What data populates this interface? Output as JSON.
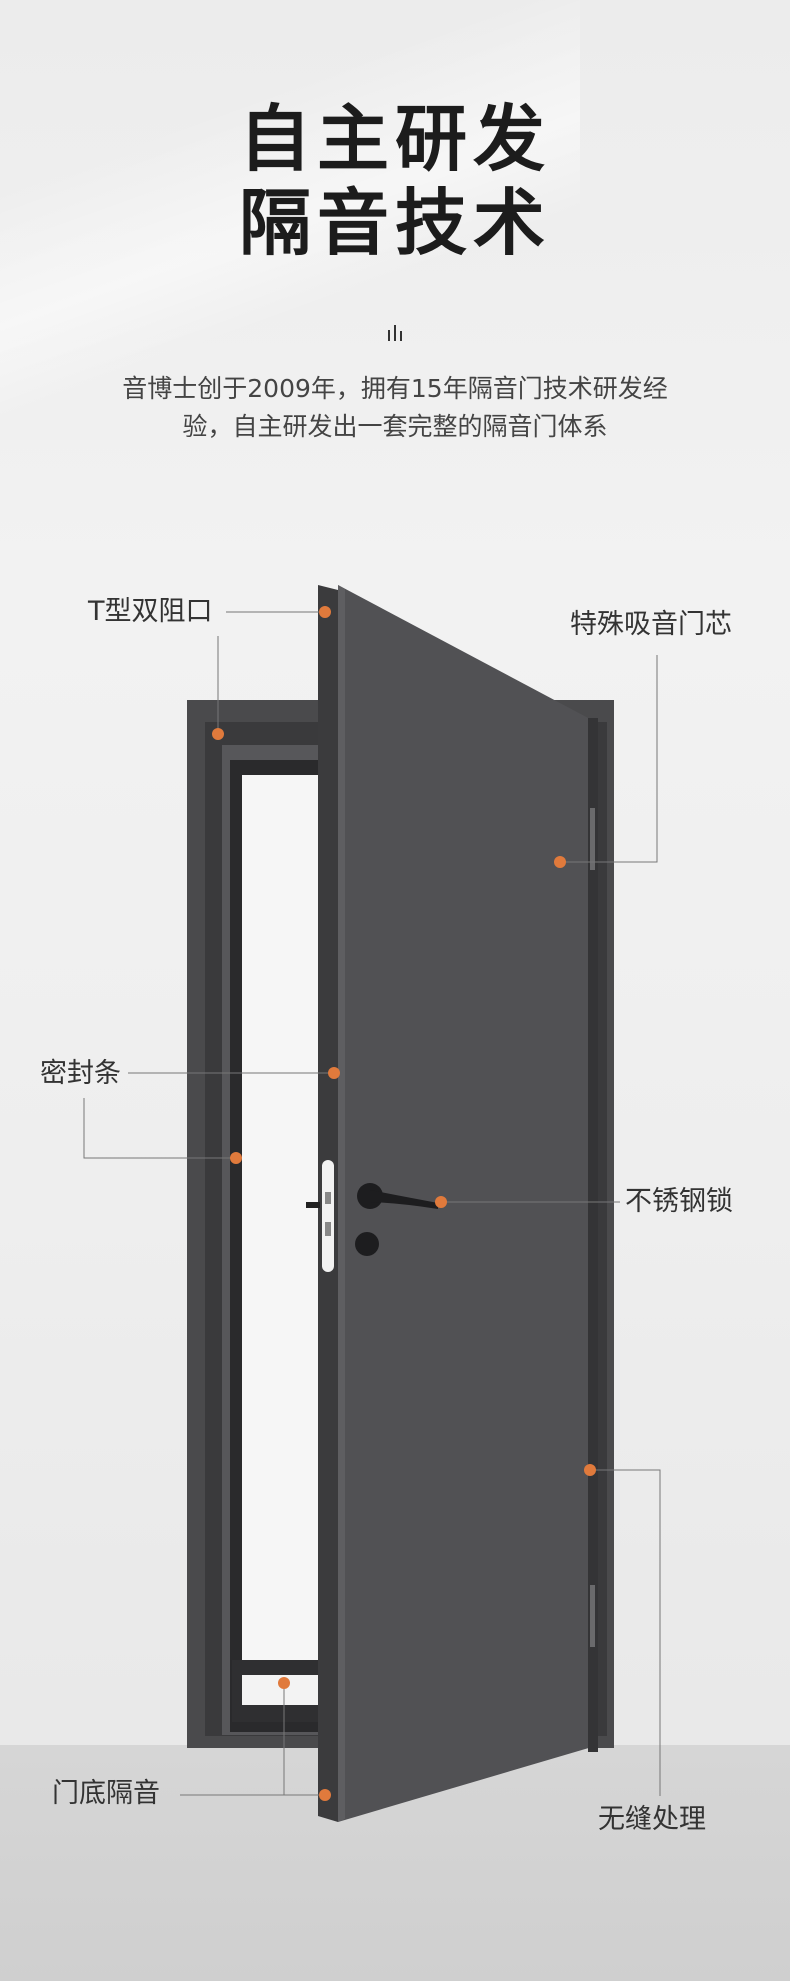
{
  "heading": {
    "line1": "自主研发",
    "line2": "隔音技术"
  },
  "intro": {
    "line1": "音博士创于2009年，拥有15年隔音门技术研发经",
    "line2": "验，自主研发出一套完整的隔音门体系"
  },
  "features": {
    "t_double_stop": "T型双阻口",
    "special_core": "特殊吸音门芯",
    "seal_strip": "密封条",
    "stainless_lock": "不锈钢锁",
    "bottom_seal": "门底隔音",
    "seamless": "无缝处理"
  },
  "colors": {
    "accent_dot": "#e07a3c",
    "door_panel": "#515154",
    "frame": "#444446",
    "title_text": "#1c1c1c"
  },
  "icons": {
    "divider_mark": "bar-mark-icon"
  }
}
